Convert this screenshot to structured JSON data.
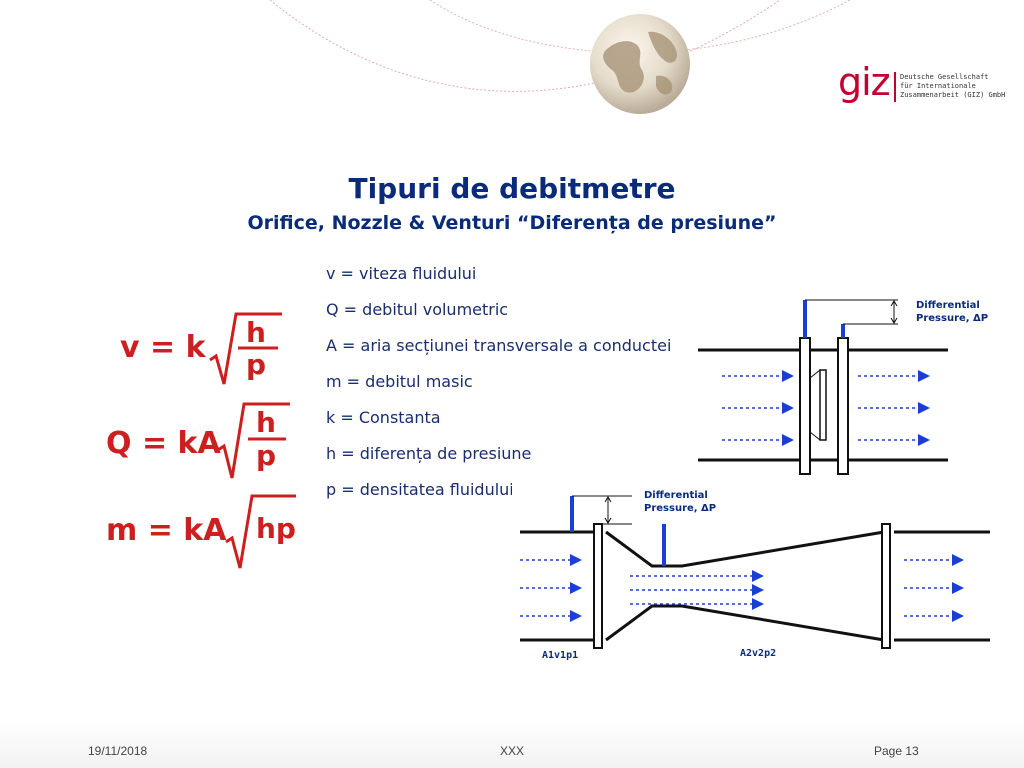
{
  "slide": {
    "title": "Tipuri de debitmetre",
    "subtitle": "Orifice, Nozzle & Venturi  “Diferența de presiune”"
  },
  "logo": {
    "mark": "giz",
    "line1": "Deutsche Gesellschaft",
    "line2": "für Internationale",
    "line3": "Zusammenarbeit (GIZ) GmbH"
  },
  "formulas": {
    "f1": {
      "lhs": "v = k",
      "num": "h",
      "den": "p"
    },
    "f2": {
      "lhs": "Q = kA",
      "num": "h",
      "den": "p"
    },
    "f3": {
      "lhs": "m = kA",
      "rad": "hp"
    }
  },
  "definitions": [
    "v = viteza fluidului",
    "Q = debitul volumetric",
    "A = aria secțiunei transversale a conductei",
    "m = debitul masic",
    "k = Constanta",
    "h = diferența de presiune",
    "p = densitatea fluidului"
  ],
  "orifice_diagram": {
    "label_line1": "Differential",
    "label_line2": "Pressure, ΔP"
  },
  "venturi_diagram": {
    "label_line1": "Differential",
    "label_line2": "Pressure, ΔP",
    "inlet_label": "A1v1p1",
    "throat_label": "A2v2p2"
  },
  "footer": {
    "date": "19/11/2018",
    "center": "XXX",
    "page": "Page 13"
  },
  "colors": {
    "title": "#0a2b7a",
    "formula": "#cc1f1f",
    "logo": "#c3002f",
    "pressure_tap": "#1a3fd6",
    "flow_arrow": "#1a3fd6"
  }
}
